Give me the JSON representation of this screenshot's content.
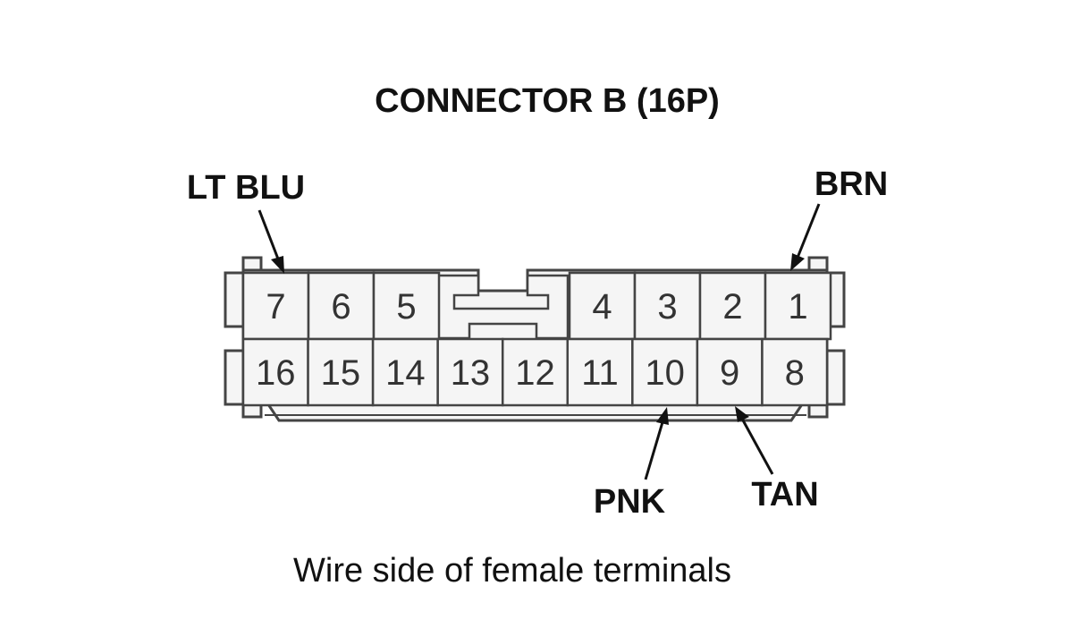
{
  "title": "CONNECTOR B (16P)",
  "caption": "Wire side of female terminals",
  "wire_labels": {
    "lt_blu": "LT BLU",
    "brn": "BRN",
    "pnk": "PNK",
    "tan": "TAN"
  },
  "pins_top": [
    "7",
    "6",
    "5",
    "4",
    "3",
    "2",
    "1"
  ],
  "pins_bottom": [
    "16",
    "15",
    "14",
    "13",
    "12",
    "11",
    "10",
    "9",
    "8"
  ]
}
